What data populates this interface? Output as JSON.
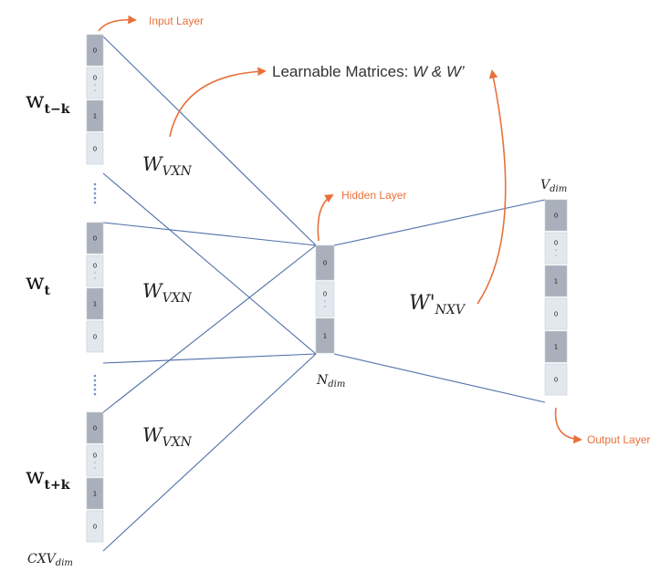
{
  "labels": {
    "input_layer": "Input Layer",
    "hidden_layer": "Hidden Layer",
    "output_layer": "Output Layer",
    "title_prefix": "Learnable Matrices: ",
    "title_math": "W & W’"
  },
  "word_labels": {
    "w_tk_minus": {
      "base": "w",
      "sub": "t−k"
    },
    "w_t": {
      "base": "w",
      "sub": "t"
    },
    "w_tk_plus": {
      "base": "w",
      "sub": "t+k"
    }
  },
  "matrix_labels": {
    "w_vxn_1": {
      "base": "W",
      "sub": "VXN"
    },
    "w_vxn_2": {
      "base": "W",
      "sub": "VXN"
    },
    "w_vxn_3": {
      "base": "W",
      "sub": "VXN"
    },
    "w_prime_nxv": {
      "base": "W'",
      "sub": "NXV"
    }
  },
  "dim_labels": {
    "v_dim": {
      "base": "V",
      "sub": "dim"
    },
    "n_dim": {
      "base": "N",
      "sub": "dim"
    },
    "cxv_dim": {
      "base": "CXV",
      "sub": "dim"
    }
  },
  "input_vectors": [
    [
      "0",
      "0\n.\n.",
      "1",
      "0"
    ],
    [
      "0",
      "0\n.\n.",
      "1",
      "0"
    ],
    [
      "0",
      "0\n.\n.",
      "1",
      "0"
    ]
  ],
  "hidden_vector": [
    "0",
    "0\n.\n.",
    "1"
  ],
  "output_vector": [
    "0",
    "0\n.\n.",
    "1",
    "0",
    "1",
    "0"
  ],
  "colors": {
    "accent": "#e8713a",
    "edge": "#4f6fa8",
    "cell_dark": "#a9b0bb",
    "cell_light": "#e3e8ef"
  }
}
